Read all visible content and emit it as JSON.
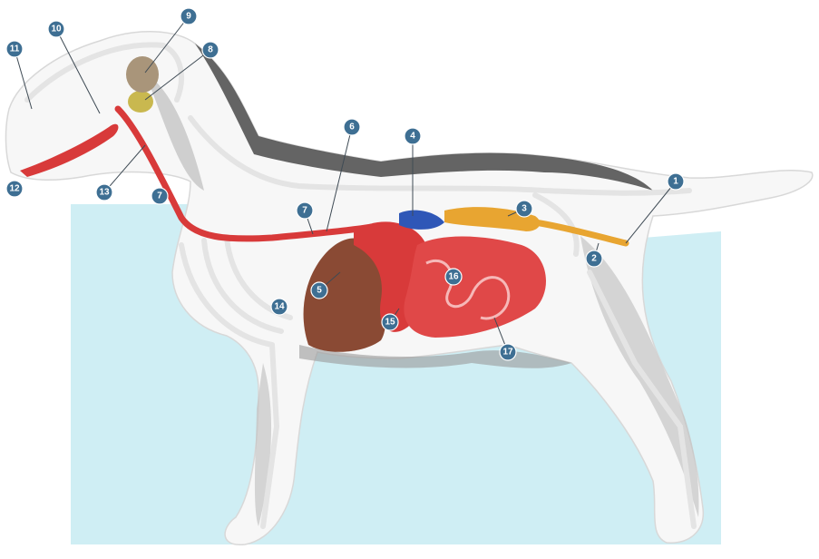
{
  "diagram": {
    "colors": {
      "background_panel": "#cfeef4",
      "skeleton": "#ffffff",
      "body_shadow": "#8a8a8a",
      "digestive_tract": "#d83a3a",
      "pancreas": "#e8a531",
      "spleen_blue": "#2f57b7",
      "liver": "#8a4a34",
      "salivary_gland": "#c9b84f",
      "label_marker": "#3e6f93"
    },
    "markers": [
      {
        "id": "m1",
        "label": "1"
      },
      {
        "id": "m2",
        "label": "2"
      },
      {
        "id": "m3",
        "label": "3"
      },
      {
        "id": "m4",
        "label": "4"
      },
      {
        "id": "m5",
        "label": "5"
      },
      {
        "id": "m6",
        "label": "6"
      },
      {
        "id": "m7a",
        "label": "7"
      },
      {
        "id": "m7b",
        "label": "7"
      },
      {
        "id": "m8",
        "label": "8"
      },
      {
        "id": "m9",
        "label": "9"
      },
      {
        "id": "m10",
        "label": "10"
      },
      {
        "id": "m11",
        "label": "11"
      },
      {
        "id": "m12",
        "label": "12"
      },
      {
        "id": "m13",
        "label": "13"
      },
      {
        "id": "m14",
        "label": "14"
      },
      {
        "id": "m15",
        "label": "15"
      },
      {
        "id": "m16",
        "label": "16"
      },
      {
        "id": "m17",
        "label": "17"
      }
    ]
  }
}
